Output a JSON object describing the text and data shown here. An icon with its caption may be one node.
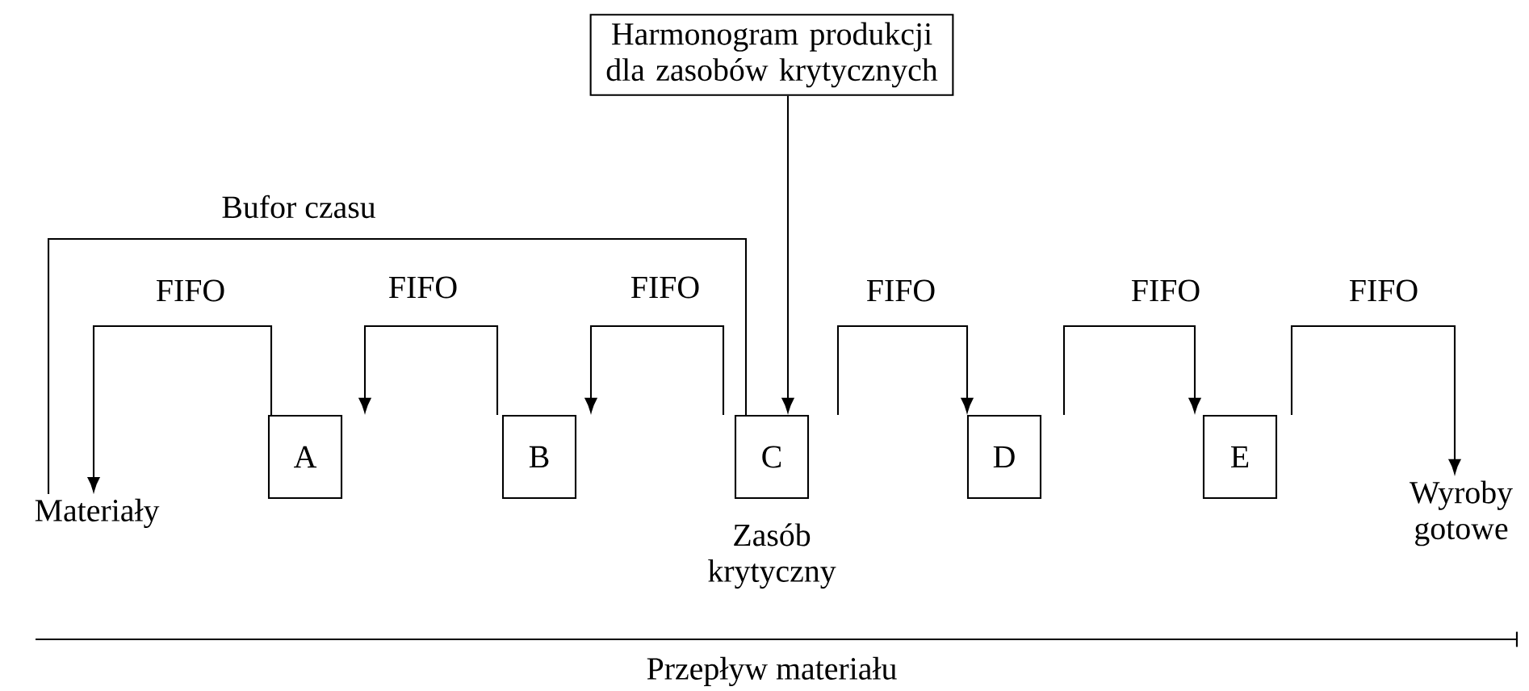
{
  "diagram": {
    "nodes": [
      {
        "text": [
          "Materiały"
        ]
      },
      {
        "text": [
          "A"
        ]
      },
      {
        "text": [
          "B"
        ]
      },
      {
        "text": [
          "C"
        ],
        "beside": [
          "Zasób krytyczny"
        ]
      },
      {
        "text": [
          "D"
        ]
      },
      {
        "text": [
          "E"
        ]
      },
      {
        "text": [
          "Wyroby gotowe"
        ]
      },
      {
        "text": [
          "Harmonogram produkcji dla zasobów krytycznych"
        ]
      }
    ],
    "edges": [
      {
        "from": 1,
        "to": 0,
        "arrow": "to",
        "label": "FIFO"
      },
      {
        "from": 2,
        "to": 1,
        "arrow": "to",
        "label": "FIFO"
      },
      {
        "from": 3,
        "to": 2,
        "arrow": "to",
        "label": "FIFO"
      },
      {
        "from": 3,
        "to": 4,
        "arrow": "to",
        "label": "FIFO"
      },
      {
        "from": 4,
        "to": 5,
        "arrow": "to",
        "label": "FIFO"
      },
      {
        "from": 5,
        "to": 6,
        "arrow": "to",
        "label": "FIFO"
      },
      {
        "from": 3,
        "to": 0,
        "arrow": "none",
        "label": "Bufor czasu"
      },
      {
        "from": 7,
        "to": 3,
        "arrow": "to"
      }
    ],
    "labels": [
      "Przepływ materiału"
    ]
  }
}
